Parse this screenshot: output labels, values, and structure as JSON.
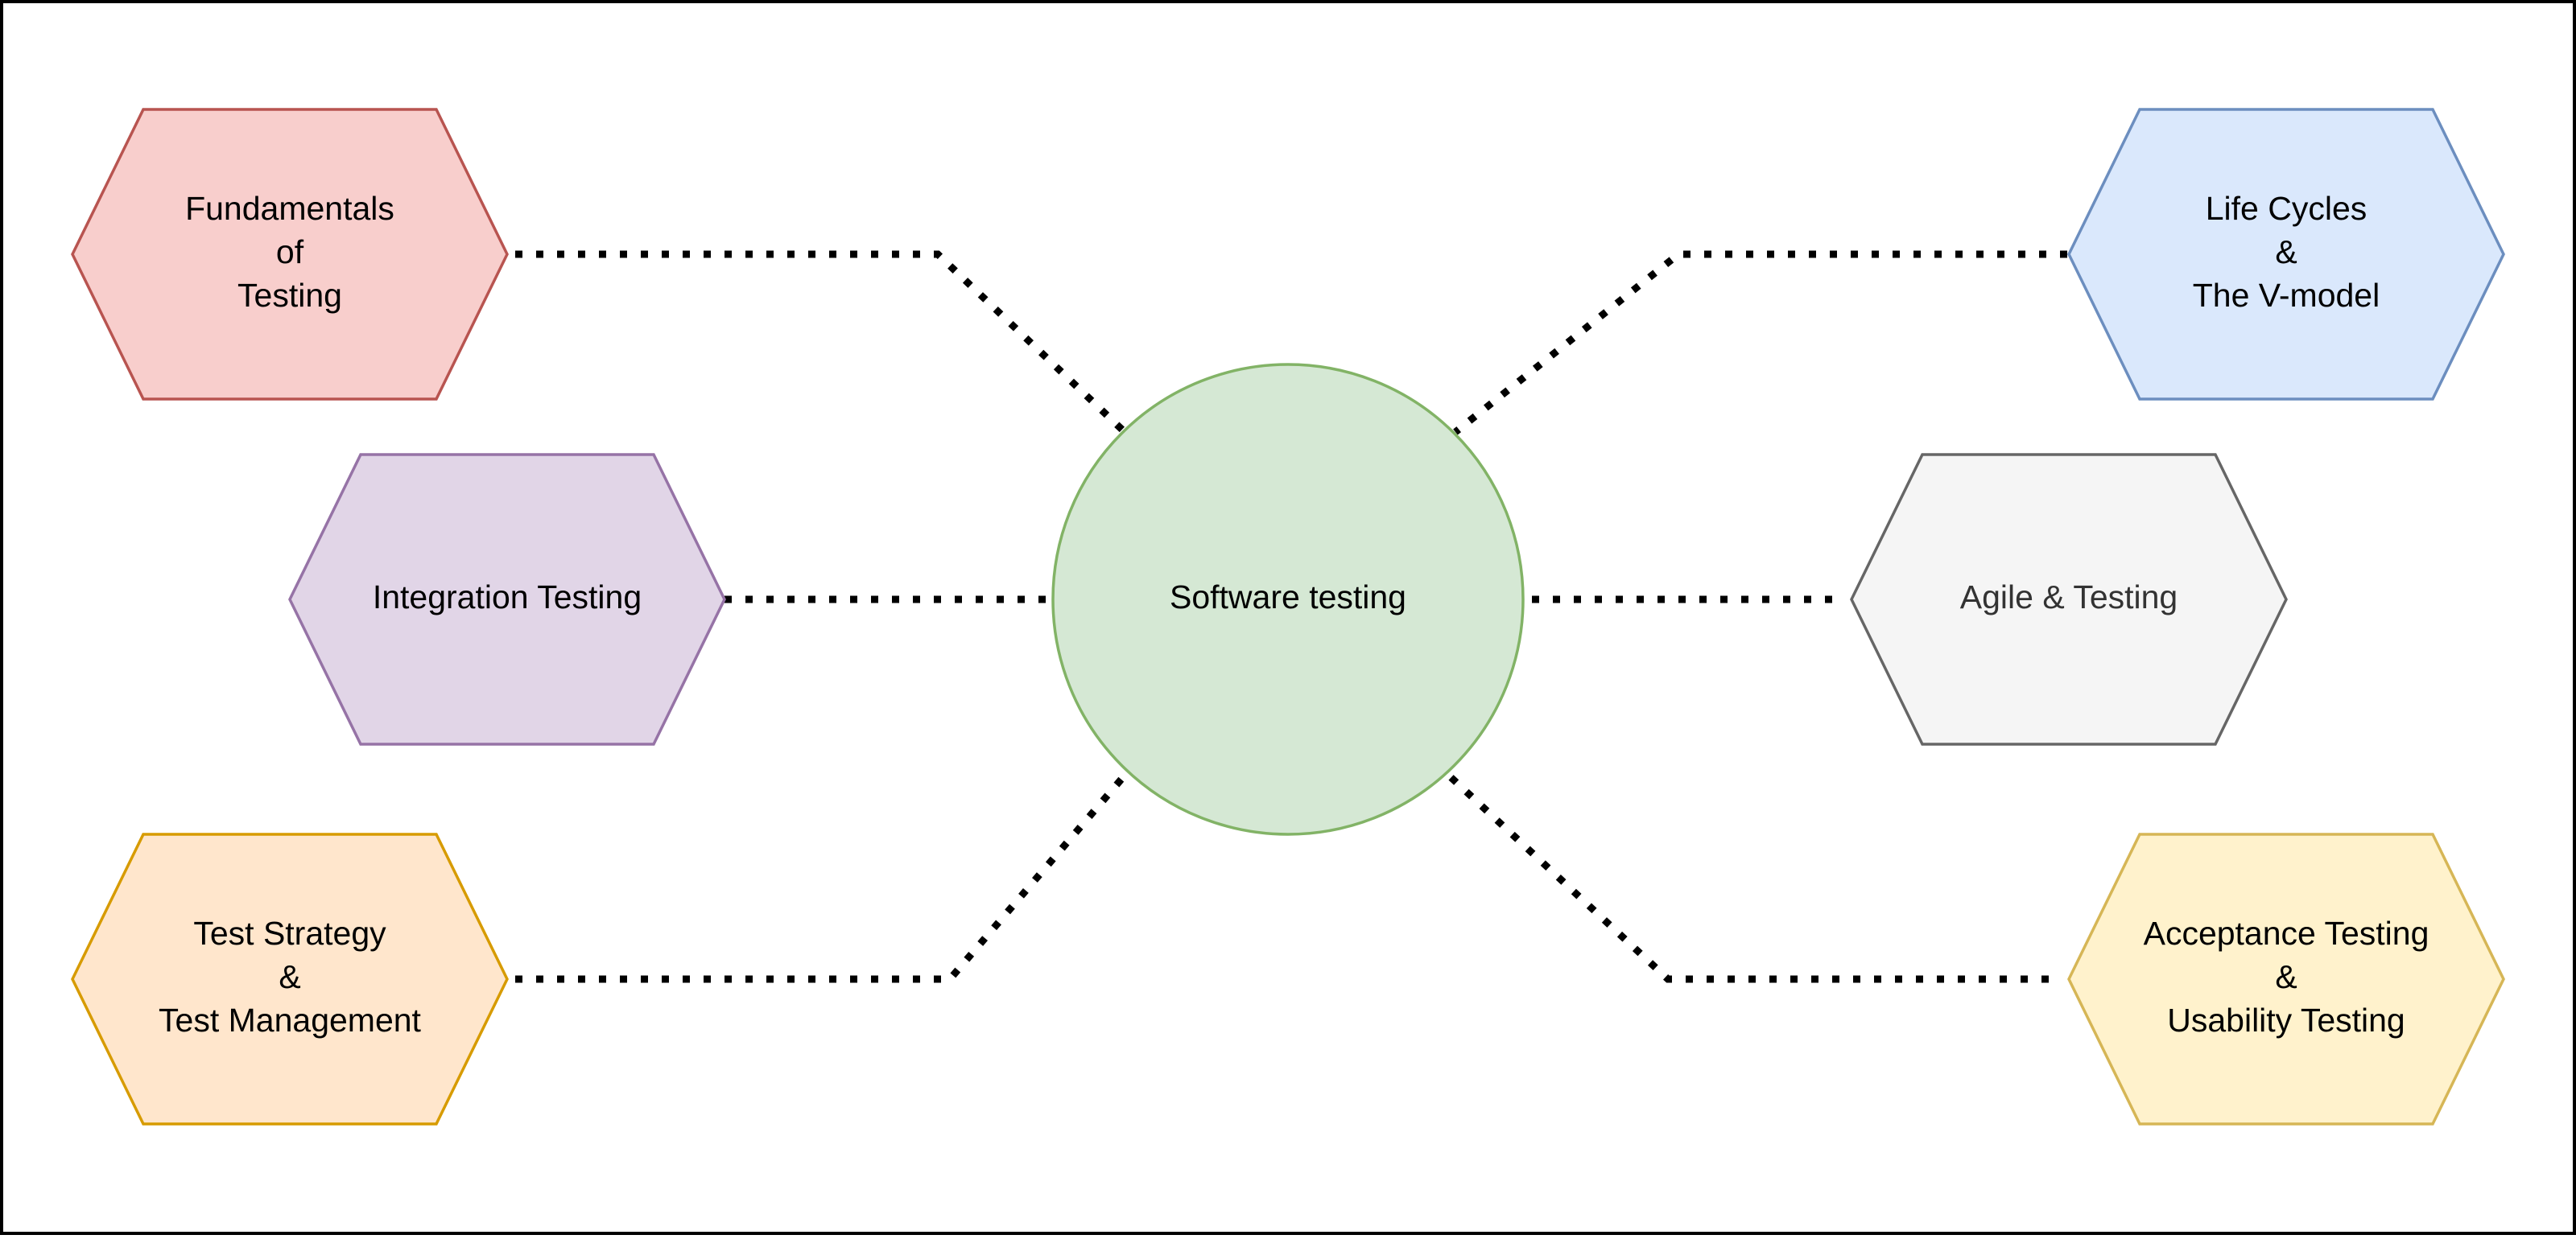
{
  "center": {
    "label": "Software testing",
    "fill": "#d5e8d4",
    "stroke": "#82b366"
  },
  "nodes": [
    {
      "id": "fundamentals",
      "lines": [
        "Fundamentals",
        "of",
        "Testing"
      ],
      "fill": "#f8cecc",
      "stroke": "#b85450",
      "text_color": "#000000"
    },
    {
      "id": "integration",
      "lines": [
        "Integration Testing"
      ],
      "fill": "#e1d5e7",
      "stroke": "#9673a6",
      "text_color": "#000000"
    },
    {
      "id": "test-strategy",
      "lines": [
        "Test Strategy",
        "&",
        "Test Management"
      ],
      "fill": "#ffe6cc",
      "stroke": "#d79b00",
      "text_color": "#000000"
    },
    {
      "id": "life-cycles",
      "lines": [
        "Life Cycles",
        "&",
        "The V-model"
      ],
      "fill": "#dae8fc",
      "stroke": "#6c8ebf",
      "text_color": "#000000"
    },
    {
      "id": "agile",
      "lines": [
        "Agile & Testing"
      ],
      "fill": "#f5f5f5",
      "stroke": "#666666",
      "text_color": "#333333"
    },
    {
      "id": "acceptance",
      "lines": [
        "Acceptance Testing",
        "&",
        "Usability Testing"
      ],
      "fill": "#fff2cc",
      "stroke": "#d6b656",
      "text_color": "#000000"
    }
  ],
  "frame_color": "#000000",
  "connector_color": "#000000"
}
